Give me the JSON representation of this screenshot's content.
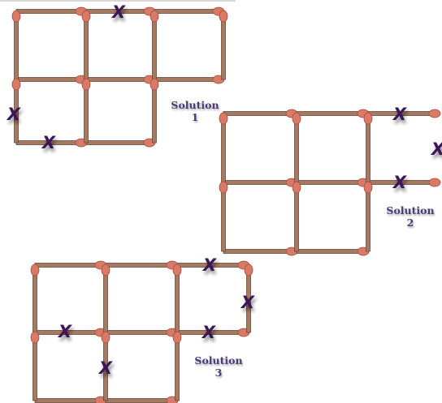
{
  "solutions": [
    {
      "id": 1,
      "label": "Solution",
      "number": "1"
    },
    {
      "id": 2,
      "label": "Solution",
      "number": "2"
    },
    {
      "id": 3,
      "label": "Solution",
      "number": "3"
    }
  ],
  "removed_mark": "X",
  "colors": {
    "matchstick_body": "#a47a62",
    "matchstick_edge": "#6b4a3a",
    "match_head": "#d97a66",
    "match_head_edge": "#a84c3e",
    "x_mark": "#3d1858",
    "label": "#4a3c78"
  }
}
